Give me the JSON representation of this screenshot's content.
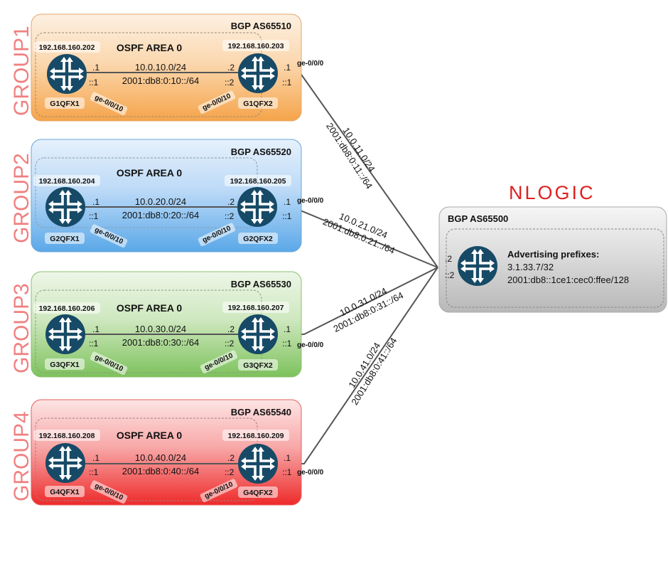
{
  "groups": [
    {
      "label": "GROUP1",
      "asn": "BGP AS65510",
      "area": "OSPF AREA 0",
      "r1": {
        "ip": "192.168.160.202",
        "name": "G1QFX1",
        "v4": ".1",
        "v6": "::1",
        "port": "ge-0/0/10"
      },
      "r2": {
        "ip": "192.168.160.203",
        "name": "G1QFX2",
        "v4": ".2",
        "v6": "::2",
        "port": "ge-0/0/10"
      },
      "net4": "10.0.10.0/24",
      "net6": "2001:db8:0:10::/64",
      "up": {
        "v4": ".1",
        "v6": "::1",
        "port": "ge-0/0/0"
      },
      "link": {
        "v4": "10.0.11.0/24",
        "v6": "2001:db8:0:11::/64"
      }
    },
    {
      "label": "GROUP2",
      "asn": "BGP AS65520",
      "area": "OSPF AREA 0",
      "r1": {
        "ip": "192.168.160.204",
        "name": "G2QFX1",
        "v4": ".1",
        "v6": "::1",
        "port": "ge-0/0/10"
      },
      "r2": {
        "ip": "192.168.160.205",
        "name": "G2QFX2",
        "v4": ".2",
        "v6": "::2",
        "port": "ge-0/0/10"
      },
      "net4": "10.0.20.0/24",
      "net6": "2001:db8:0:20::/64",
      "up": {
        "v4": ".1",
        "v6": "::1",
        "port": "ge-0/0/0"
      },
      "link": {
        "v4": "10.0.21.0/24",
        "v6": "2001:db8:0:21::/64"
      }
    },
    {
      "label": "GROUP3",
      "asn": "BGP AS65530",
      "area": "OSPF AREA 0",
      "r1": {
        "ip": "192.168.160.206",
        "name": "G3QFX1",
        "v4": ".1",
        "v6": "::1",
        "port": "ge-0/0/10"
      },
      "r2": {
        "ip": "192.168.160.207",
        "name": "G3QFX2",
        "v4": ".2",
        "v6": "::2",
        "port": "ge-0/0/10"
      },
      "net4": "10.0.30.0/24",
      "net6": "2001:db8:0:30::/64",
      "up": {
        "v4": ".1",
        "v6": "::1",
        "port": "ge-0/0/0"
      },
      "link": {
        "v4": "10.0.31.0/24",
        "v6": "2001:db8:0:31::/64"
      }
    },
    {
      "label": "GROUP4",
      "asn": "BGP AS65540",
      "area": "OSPF AREA 0",
      "r1": {
        "ip": "192.168.160.208",
        "name": "G4QFX1",
        "v4": ".1",
        "v6": "::1",
        "port": "ge-0/0/10"
      },
      "r2": {
        "ip": "192.168.160.209",
        "name": "G4QFX2",
        "v4": ".2",
        "v6": "::2",
        "port": "ge-0/0/10"
      },
      "net4": "10.0.40.0/24",
      "net6": "2001:db8:0:40::/64",
      "up": {
        "v4": ".1",
        "v6": "::1",
        "port": "ge-0/0/0"
      },
      "link": {
        "v4": "10.0.41.0/24",
        "v6": "2001:db8:0:41::/64"
      }
    }
  ],
  "core": {
    "logo_first": "N",
    "logo_rest": "LOGIC",
    "asn": "BGP AS65500",
    "v4": ".2",
    "v6": "::2",
    "adv_title": "Advertising prefixes:",
    "prefix4": "3.1.33.7/32",
    "prefix6": "2001:db8::1ce1:cec0:ffee/128"
  },
  "colors": {
    "group1": "#f5a44a",
    "group2": "#5aa8e8",
    "group3": "#7dc25c",
    "group4": "#ee2a2a",
    "core": "#b8b8b8",
    "router": "#174a66",
    "group_label": "#f08080",
    "logo": "#e02020"
  },
  "icons": {
    "router": "router-icon"
  }
}
